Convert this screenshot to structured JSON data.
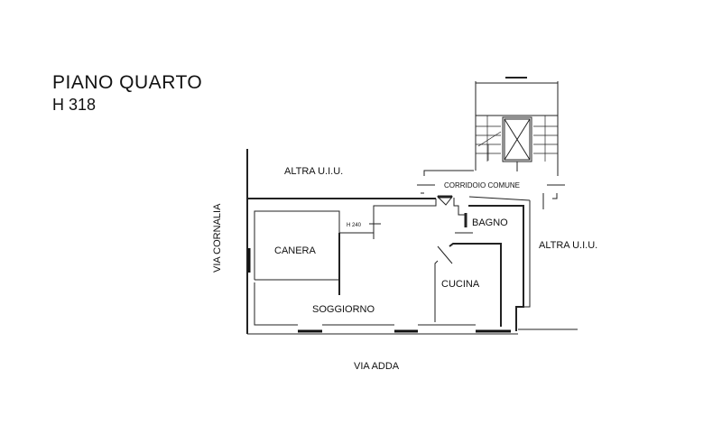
{
  "header": {
    "title": "PIANO QUARTO",
    "height": "H 318"
  },
  "labels": {
    "altra_top": "ALTRA U.I.U.",
    "altra_right": "ALTRA U.I.U.",
    "corridoio": "CORRIDOIO COMUNE",
    "via_cornalia": "VIA CORNALIA",
    "via_adda": "VIA  ADDA",
    "h240": "H 240"
  },
  "rooms": {
    "canera": "CANERA",
    "soggiorno": "SOGGIORNO",
    "cucina": "CUCINA",
    "bagno": "BAGNO"
  }
}
